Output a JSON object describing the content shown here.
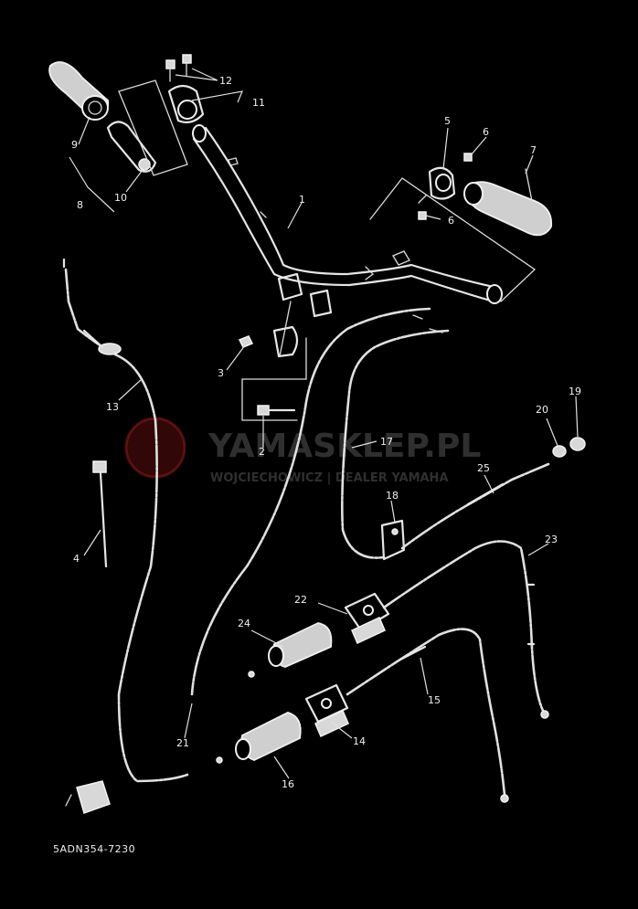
{
  "diagram_code": "5ADN354-7230",
  "watermark": {
    "title": "YAMASKLEP.PL",
    "subtitle": "WOJCIECHOWICZ | DEALER YAMAHA"
  },
  "callouts": [
    "1",
    "2",
    "3",
    "4",
    "5",
    "6",
    "6",
    "7",
    "8",
    "9",
    "10",
    "11",
    "12",
    "13",
    "14",
    "15",
    "16",
    "17",
    "18",
    "19",
    "20",
    "21",
    "22",
    "23",
    "24",
    "25"
  ]
}
